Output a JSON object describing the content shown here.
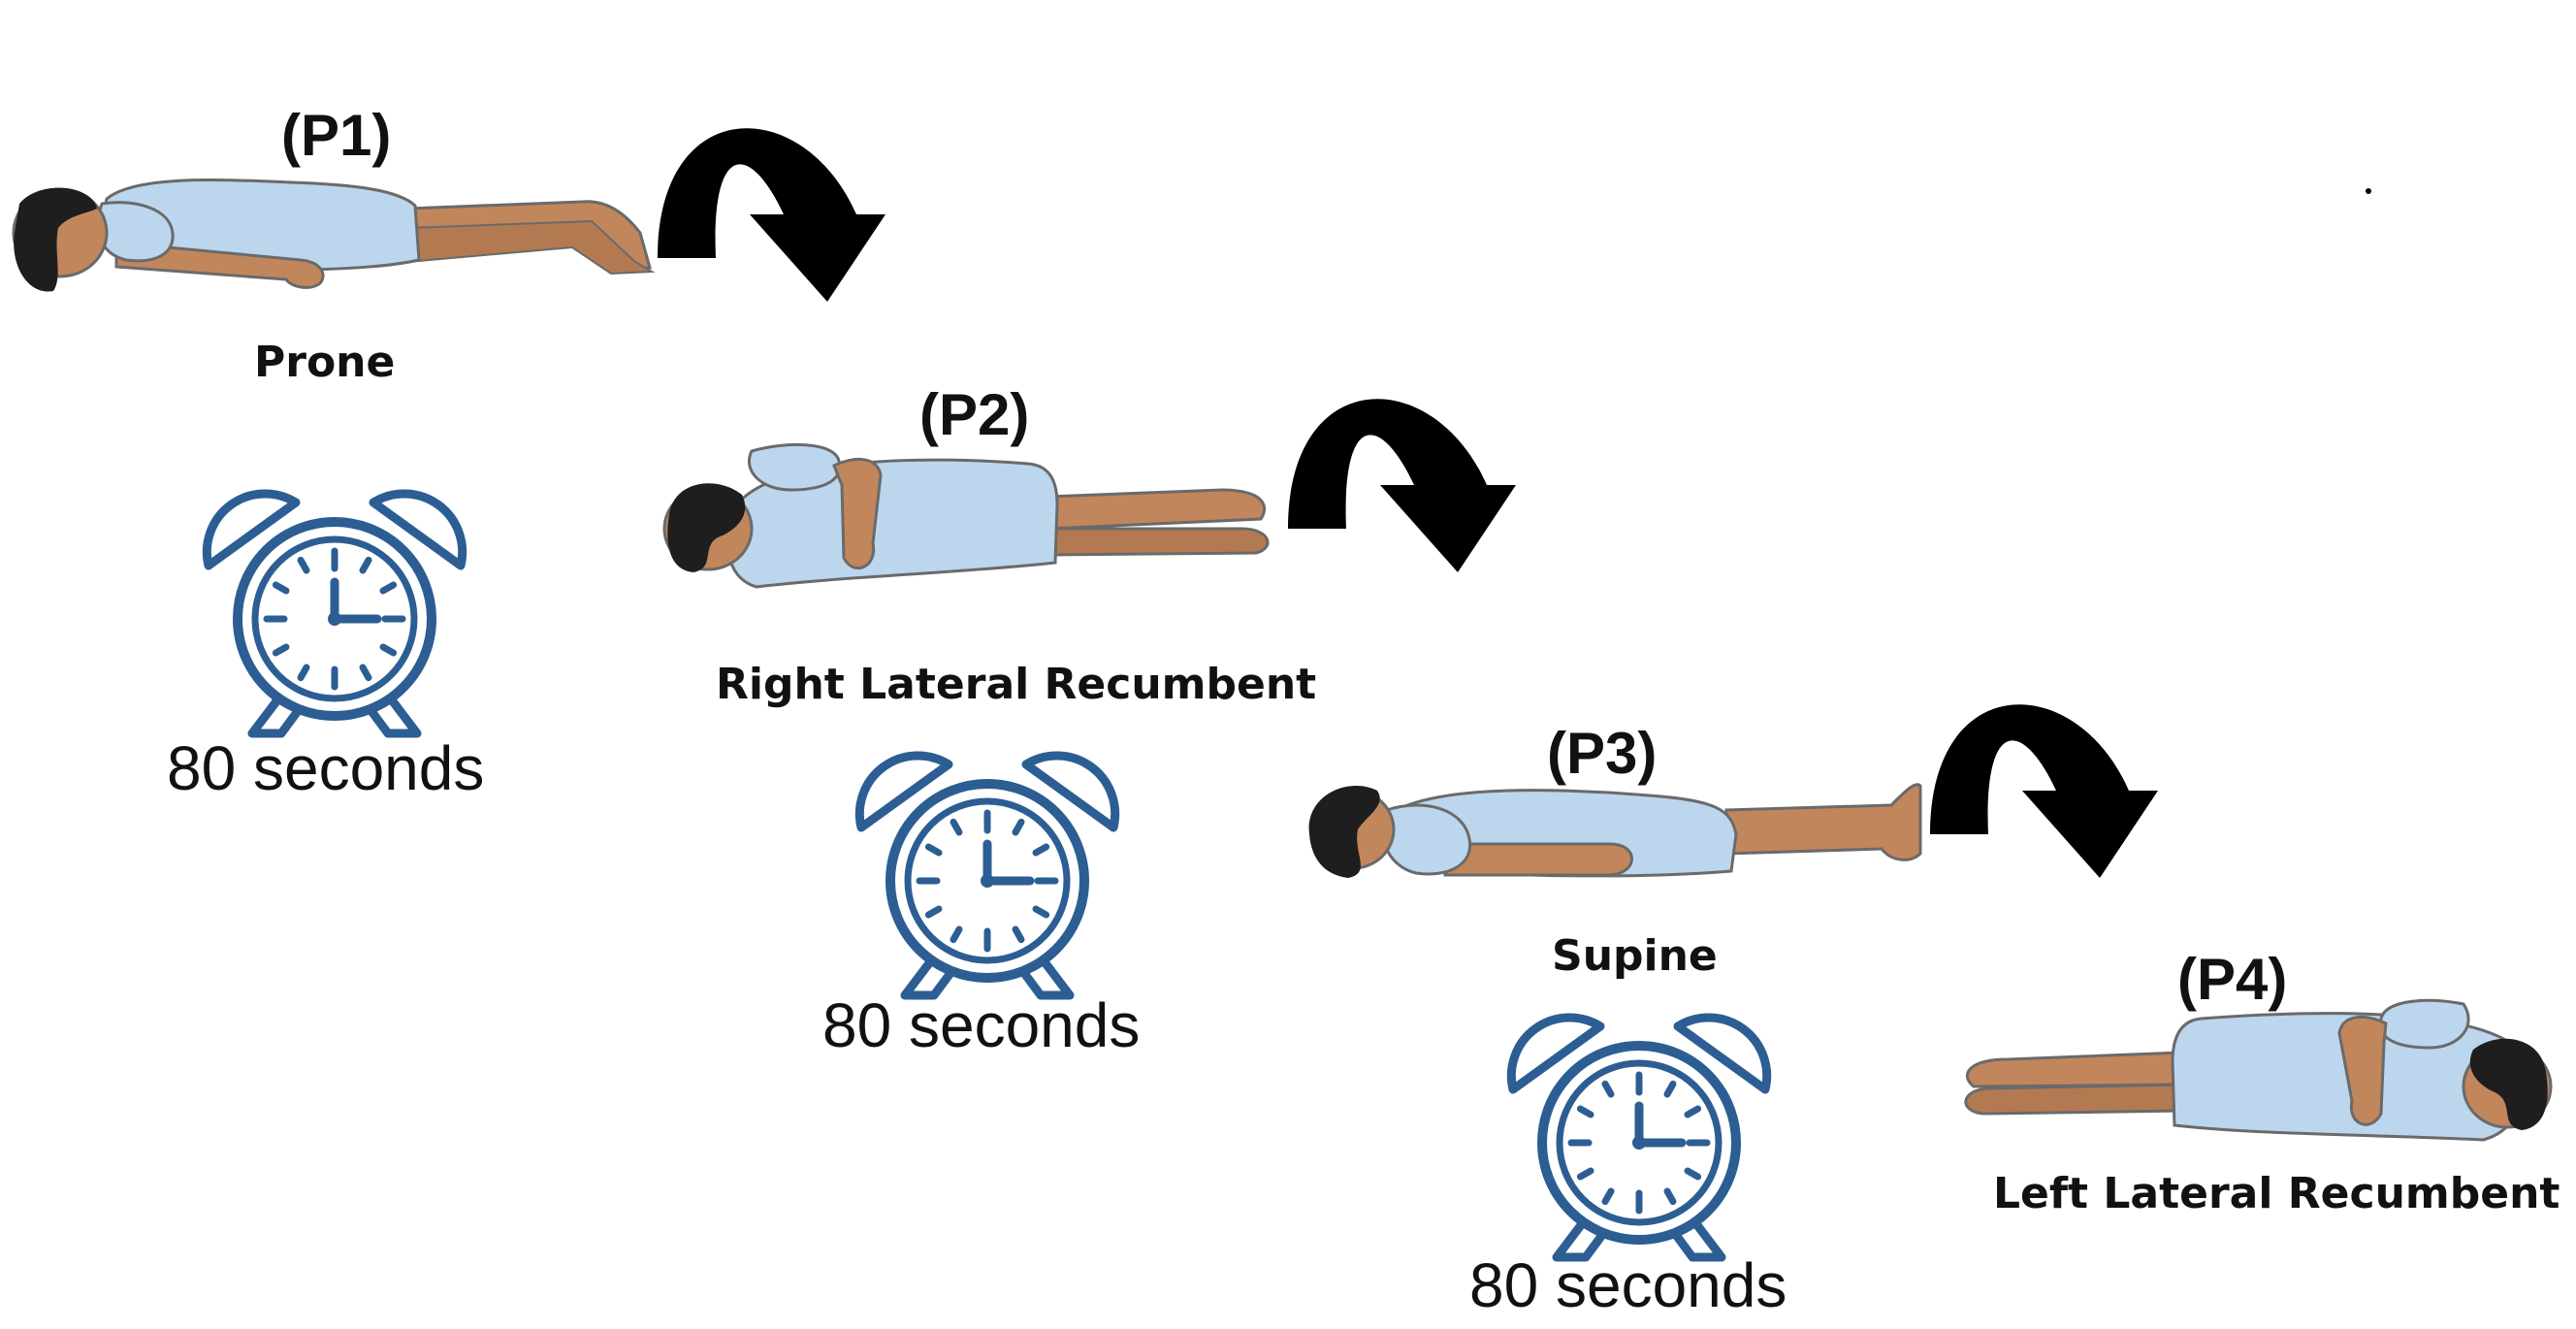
{
  "colors": {
    "gown": "#bcd6ee",
    "skin": "#c2865c",
    "hair": "#1e1e1e",
    "outline": "#6a6a6a",
    "clock": "#2c5e93",
    "arrow": "#000000"
  },
  "positions": [
    {
      "code": "(P1)",
      "name": "Prone",
      "duration": "80 seconds",
      "icon": "alarm-clock-icon"
    },
    {
      "code": "(P2)",
      "name": "Right Lateral Recumbent",
      "duration": "80 seconds",
      "icon": "alarm-clock-icon"
    },
    {
      "code": "(P3)",
      "name": "Supine",
      "duration": "80 seconds",
      "icon": "alarm-clock-icon"
    },
    {
      "code": "(P4)",
      "name": "Left Lateral Recumbent"
    }
  ],
  "transitions": [
    {
      "from": "(P1)",
      "to": "(P2)",
      "icon": "curved-arrow-icon"
    },
    {
      "from": "(P2)",
      "to": "(P3)",
      "icon": "curved-arrow-icon"
    },
    {
      "from": "(P3)",
      "to": "(P4)",
      "icon": "curved-arrow-icon"
    }
  ]
}
